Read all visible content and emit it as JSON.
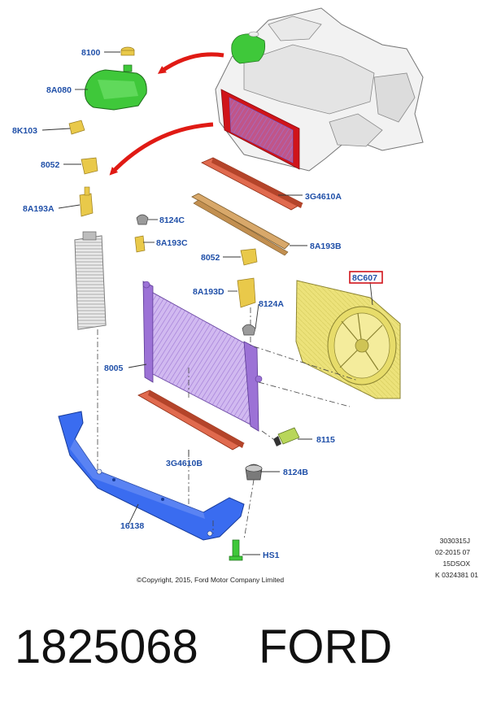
{
  "callouts": {
    "c8100": "8100",
    "c8A080": "8A080",
    "c8K103": "8K103",
    "c8052_left": "8052",
    "c8A193A": "8A193A",
    "c8124C": "8124C",
    "c8A193C": "8A193C",
    "c3G4610A": "3G4610A",
    "c8A193B": "8A193B",
    "c8052_mid": "8052",
    "c8A193D": "8A193D",
    "c8124A": "8124A",
    "c8C607": "8C607",
    "c8005": "8005",
    "c8115": "8115",
    "c3G4610B": "3G4610B",
    "c8124B": "8124B",
    "c16138": "16138",
    "cHS1": "HS1"
  },
  "metadata": {
    "line1": "3030315J",
    "line2": "02-2015 07",
    "line3": "15DSOX",
    "line4": "K 0324381 01"
  },
  "copyright": "©Copyright, 2015, Ford Motor Company Limited",
  "caption": {
    "part_number": "1825068",
    "brand": "FORD"
  },
  "colors": {
    "callout_text": "#1f4fa8",
    "highlight_box": "#d0141a",
    "radiator": "#b38ae6",
    "tank": "#3fc83a",
    "shroud": "#ece27a",
    "lower_bar": "#3a6cf0",
    "seal": "#e06a4e",
    "arrow": "#e01a14"
  }
}
